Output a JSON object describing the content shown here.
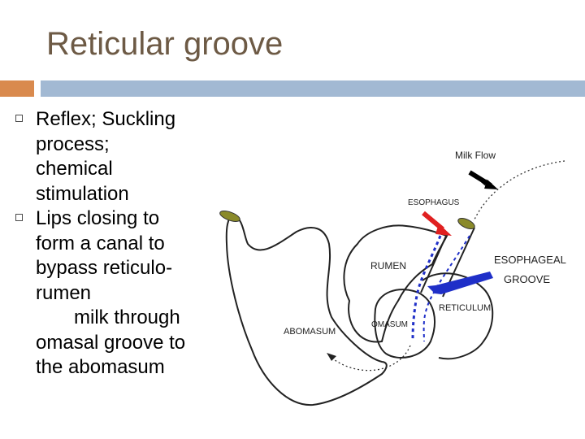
{
  "slide": {
    "title": "Reticular groove",
    "bullets": [
      {
        "lines": [
          "Reflex; Suckling",
          "process;",
          "chemical",
          "stimulation"
        ]
      },
      {
        "lines": [
          "Lips closing to",
          "form a canal to",
          "bypass reticulo-",
          "rumen"
        ]
      }
    ],
    "continuation": [
      "milk through",
      "omasal groove to",
      "the abomasum"
    ]
  },
  "diagram": {
    "labels": {
      "milk_flow": "Milk Flow",
      "esophagus": "ESOPHAGUS",
      "esophageal_groove_1": "ESOPHAGEAL",
      "esophageal_groove_2": "GROOVE",
      "rumen": "RUMEN",
      "reticulum": "RETICULUM",
      "omasum": "OMASUM",
      "abomasum": "ABOMASUM"
    },
    "colors": {
      "accent_bar": "#d98a4e",
      "title_bar": "#a2b9d3",
      "red_arrow": "#e02020",
      "blue_arrow": "#1f2fc8",
      "black_arrow": "#000000",
      "olive_cap": "#8a8a2a"
    }
  }
}
